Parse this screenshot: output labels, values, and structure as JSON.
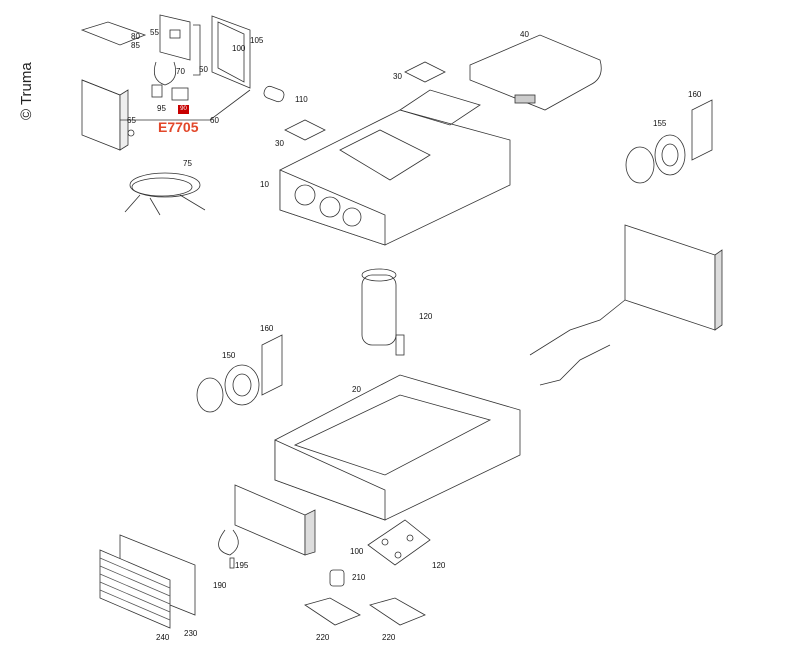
{
  "copyright": "© Truma",
  "highlight": {
    "code": "E7705",
    "part": "90",
    "color": "#e2472a"
  },
  "labels": {
    "p80": "80",
    "p85": "85",
    "p55": "55",
    "p50": "50",
    "p70": "70",
    "p95": "95",
    "p65": "65",
    "p60": "60",
    "p100a": "100",
    "p105": "105",
    "p110": "110",
    "p30a": "30",
    "p40": "40",
    "p30b": "30",
    "p10": "10",
    "p75": "75",
    "p160a": "160",
    "p155": "155",
    "p120a": "120",
    "p160b": "160",
    "p150": "150",
    "p20": "20",
    "p100b": "100",
    "p120b": "120",
    "p195": "195",
    "p190": "190",
    "p210": "210",
    "p240": "240",
    "p230": "230",
    "p220a": "220",
    "p220b": "220"
  }
}
